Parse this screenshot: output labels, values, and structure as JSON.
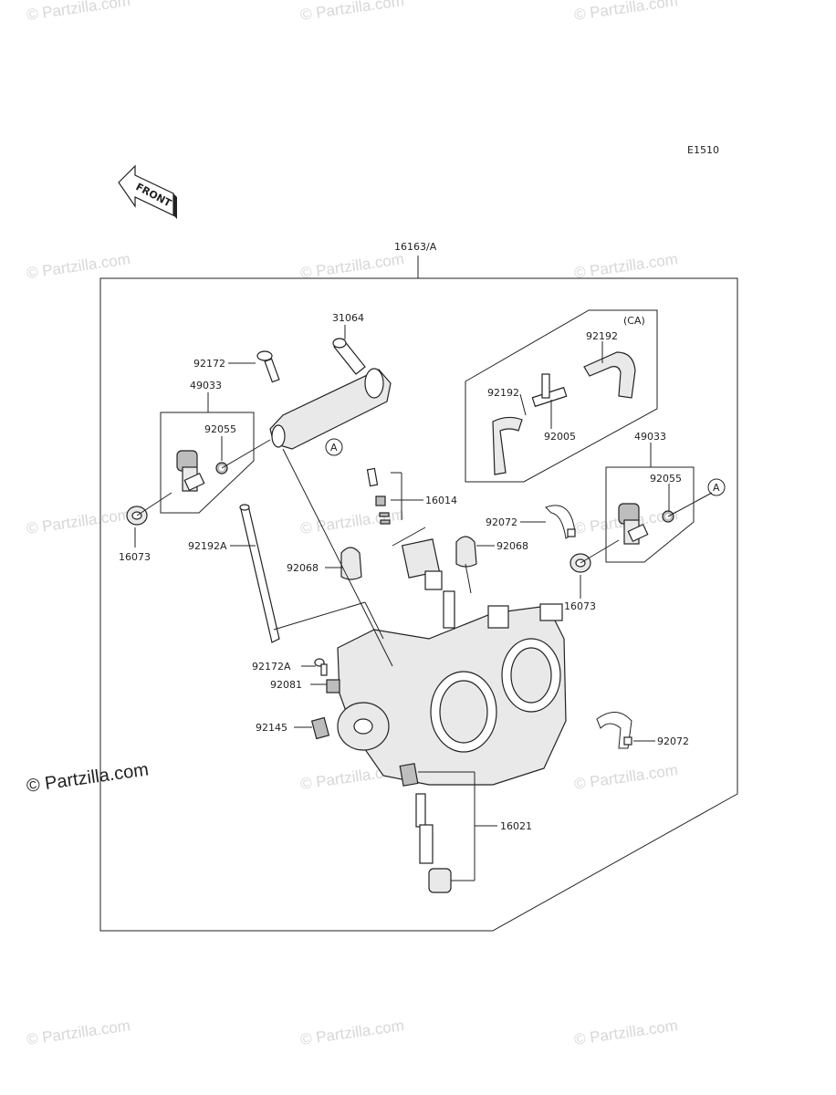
{
  "diagram_code": "E1510",
  "front_label": "FRONT",
  "assembly_label": "16163/A",
  "variant_label": "(CA)",
  "ref_marker": "A",
  "part_labels": {
    "p31064": "31064",
    "p92172": "92172",
    "p49033_left": "49033",
    "p92055_left": "92055",
    "p16073_left": "16073",
    "p92192a": "92192A",
    "p16014": "16014",
    "p92068_left": "92068",
    "p92068_right": "92068",
    "p92072_top": "92072",
    "p92192_top": "92192",
    "p92192_left": "92192",
    "p92005": "92005",
    "p49033_right": "49033",
    "p92055_right": "92055",
    "p16073_right": "16073",
    "p92172a": "92172A",
    "p92081": "92081",
    "p92145": "92145",
    "p92072_bottom": "92072",
    "p16021": "16021"
  },
  "watermark": "© Partzilla.com",
  "watermark_main": "© Partzilla.com"
}
